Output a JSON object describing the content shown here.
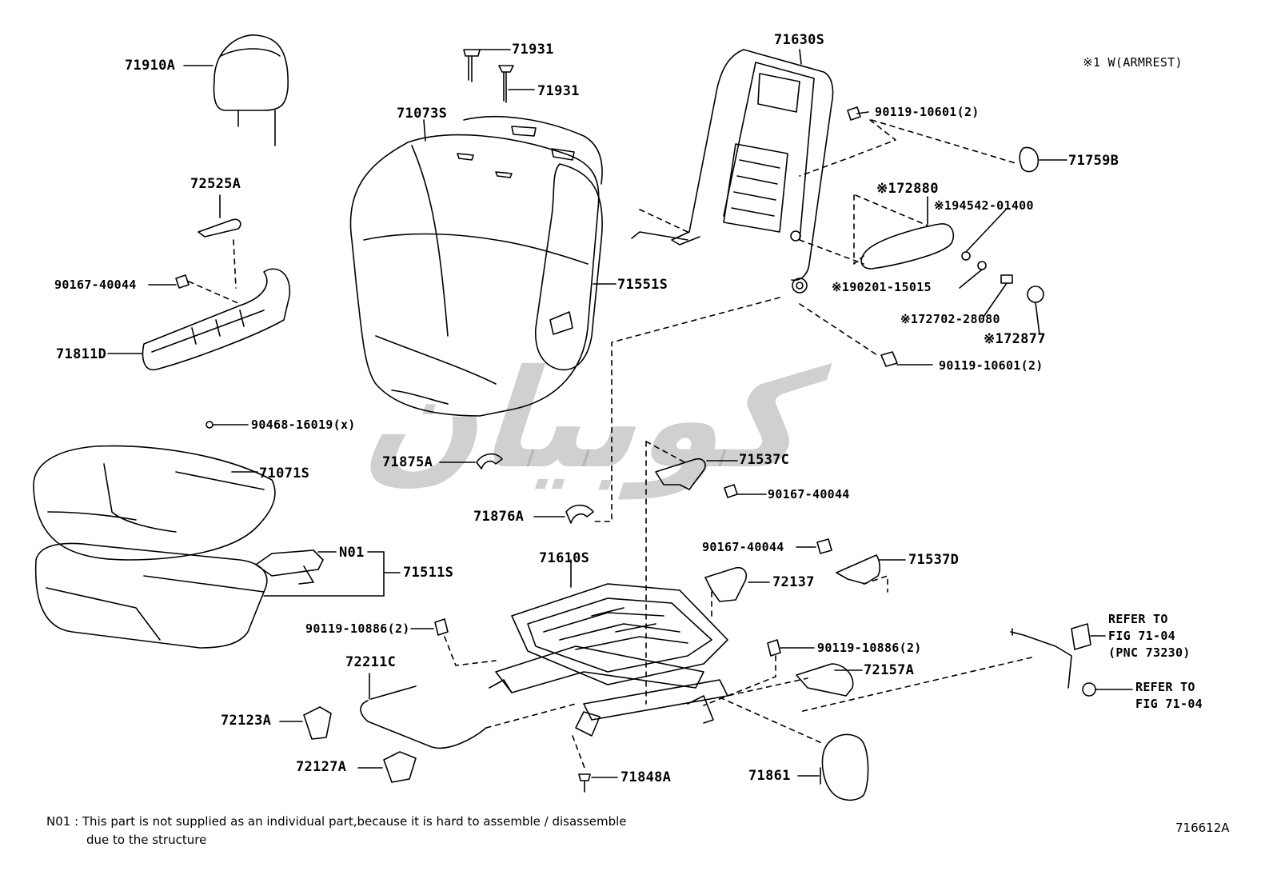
{
  "callouts": {
    "p71910A": "71910A",
    "p71931a": "71931",
    "p71931b": "71931",
    "p71073S": "71073S",
    "p71630S": "71630S",
    "p90119_10601a": "90119-10601(2)",
    "p71759B": "71759B",
    "p172880": "※172880",
    "p194542": "※194542-01400",
    "p190201": "※190201-15015",
    "p172702": "※172702-28080",
    "p172877": "※172877",
    "p90119_10601b": "90119-10601(2)",
    "p72525A": "72525A",
    "p90167_40044a": "90167-40044",
    "p71551S": "71551S",
    "p71811D": "71811D",
    "p90468": "90468-16019(x)",
    "p71875A": "71875A",
    "p71537C": "71537C",
    "p90167_40044b": "90167-40044",
    "p71071S": "71071S",
    "p71876A": "71876A",
    "pN01": "N01",
    "p71511S": "71511S",
    "p71610S": "71610S",
    "p90167_40044c": "90167-40044",
    "p71537D": "71537D",
    "p72137": "72137",
    "p90119_10886a": "90119-10886(2)",
    "p90119_10886b": "90119-10886(2)",
    "p72211C": "72211C",
    "p72157A": "72157A",
    "p72123A": "72123A",
    "p72127A": "72127A",
    "p71848A": "71848A",
    "p71861": "71861"
  },
  "notes": {
    "armrest": "※1 W(ARMREST)",
    "refer1_line1": "REFER TO",
    "refer1_line2": "FIG 71-04",
    "refer1_line3": "(PNC 73230)",
    "refer2_line1": "REFER TO",
    "refer2_line2": "FIG 71-04",
    "footnote_line1": "N01 : This part is not supplied as an individual part,because it is hard to assemble / disassemble",
    "footnote_line2": "due to the structure",
    "figure_id": "716612A"
  },
  "watermark": {
    "text": "كوبيان",
    "color": "#969696"
  }
}
